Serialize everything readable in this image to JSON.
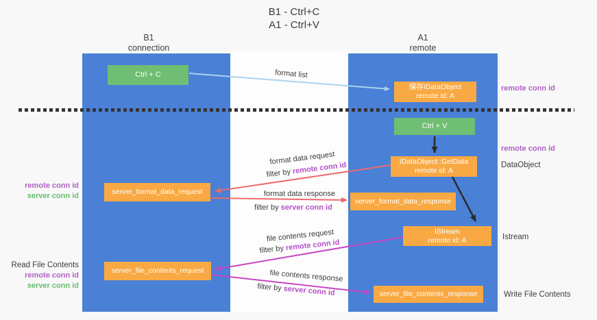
{
  "title": {
    "line1": "B1 - Ctrl+C",
    "line2": "A1 - Ctrl+V"
  },
  "columns": {
    "left": {
      "header_line1": "B1",
      "header_line2": "connection"
    },
    "right": {
      "header_line1": "A1",
      "header_line2": "remote"
    }
  },
  "nodes": {
    "ctrl_c": "Ctrl + C",
    "ctrl_v": "Ctrl + V",
    "save_idataobject_line1": "保存IDataObject",
    "save_idataobject_line2": "remote id: A",
    "getdata_line1": "IDataObject::GetData",
    "getdata_line2": "remote id: A",
    "istream_line1": "IStream",
    "istream_line2": "remote id: A",
    "server_format_data_request": "server_format_data_request",
    "server_format_data_response": "server_format_data_response",
    "server_file_contents_request": "server_file_contents_request",
    "server_file_contents_response": "server_file_contents_response"
  },
  "edge_labels": {
    "format_list": "format list",
    "format_data_request": "format data request",
    "format_data_response": "format data response",
    "file_contents_request": "file contents request",
    "file_contents_response": "file contents response",
    "filter_by": "filter by",
    "remote_conn_id": "remote conn id",
    "server_conn_id": "server conn id"
  },
  "side_labels": {
    "remote_conn_id": "remote conn id",
    "server_conn_id": "server conn id",
    "data_object": "DataObject",
    "istream": "Istream",
    "read_file_contents": "Read File Contents",
    "write_file_contents": "Write File Contents"
  },
  "colors": {
    "column_blue": "#4a80d6",
    "node_orange": "#f9a943",
    "node_green": "#70be73",
    "purple_label": "#b05fc6",
    "green_label": "#67bd6e",
    "arrow_light_blue": "#a9d2ee",
    "arrow_black": "#2b2b2b",
    "arrow_salmon": "#ed6a6d",
    "arrow_magenta": "#c647c2",
    "background": "#f8f8f8"
  }
}
